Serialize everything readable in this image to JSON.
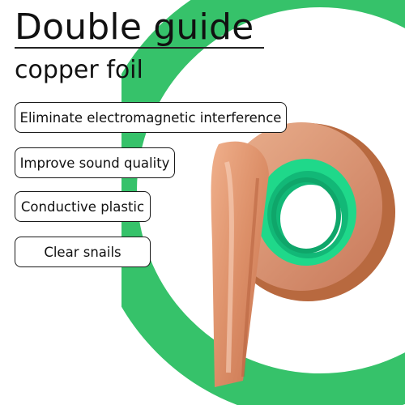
{
  "title": "Double guide",
  "subtitle": "copper foil",
  "features": [
    "Eliminate electromagnetic interference",
    "Improve sound quality",
    "Conductive plastic",
    "Clear snails"
  ],
  "colors": {
    "ring_green": "#36c26a",
    "core_green": "#1fe08f",
    "copper_light": "#f2b894",
    "copper_mid": "#d98a65",
    "copper_dark": "#b5603f"
  }
}
